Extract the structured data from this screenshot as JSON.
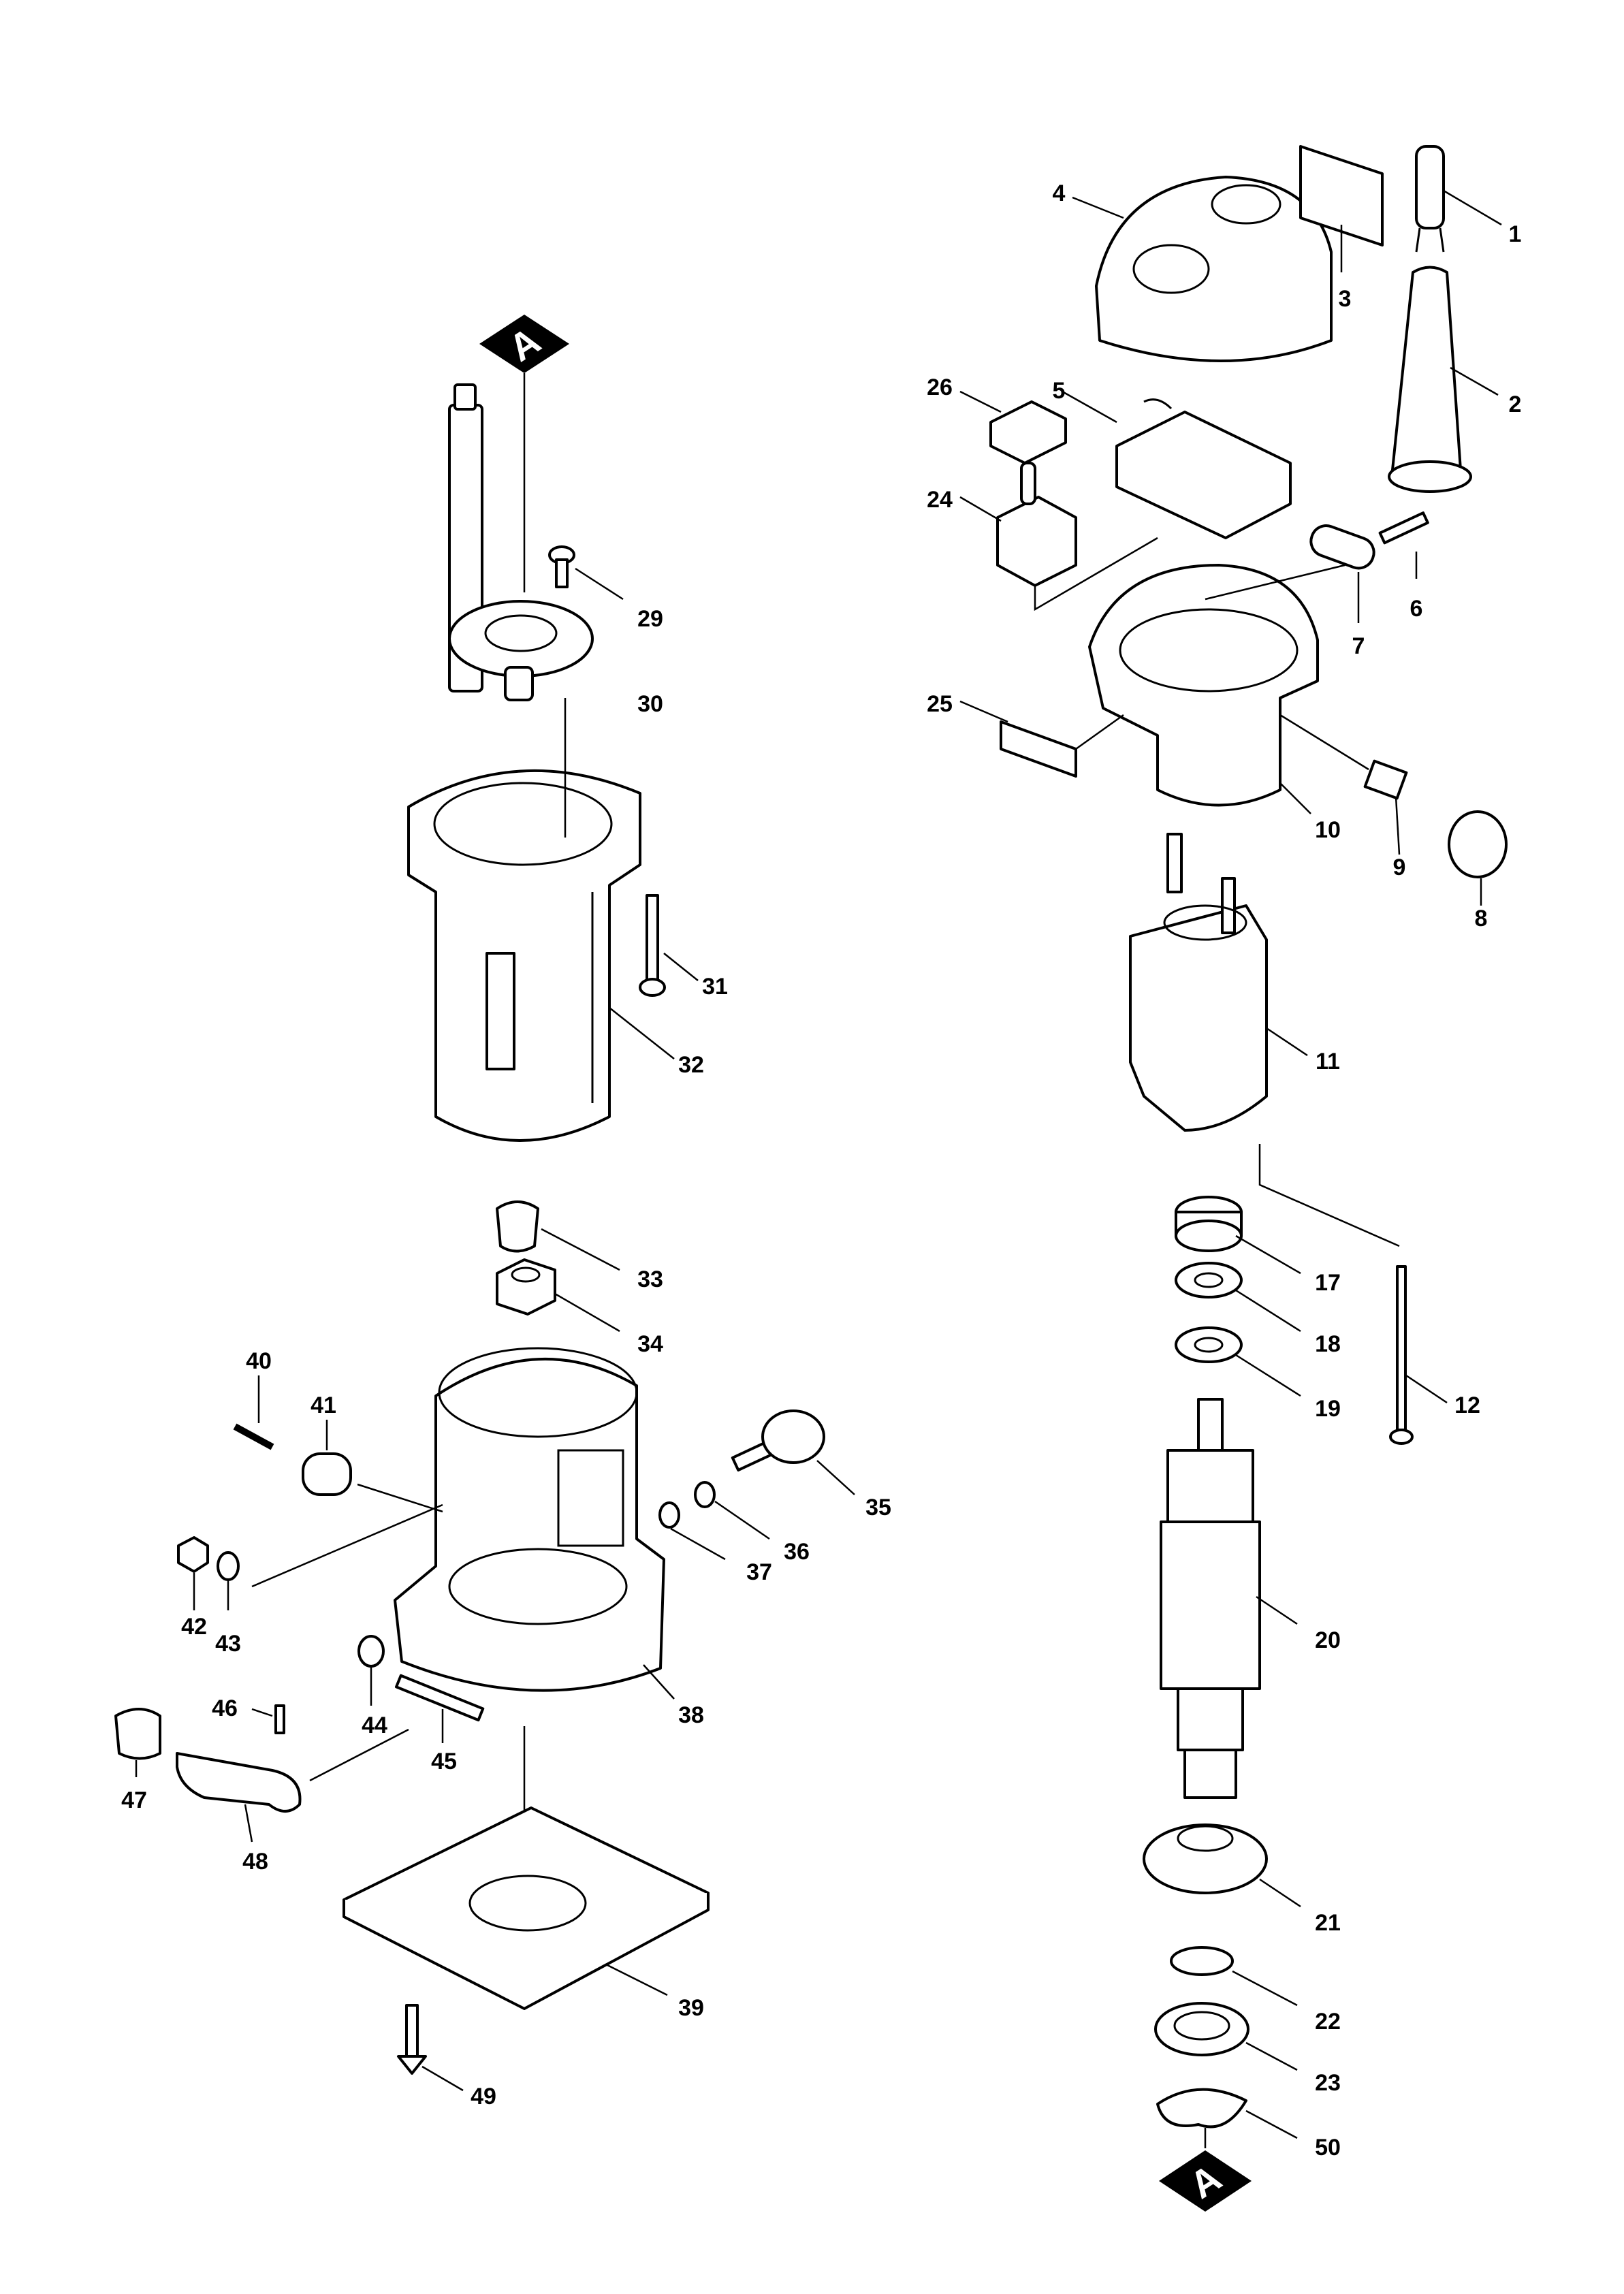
{
  "marker_letter": "A",
  "labels": {
    "p1": "1",
    "p2": "2",
    "p3": "3",
    "p4": "4",
    "p5": "5",
    "p6": "6",
    "p7": "7",
    "p8": "8",
    "p9": "9",
    "p10": "10",
    "p11": "11",
    "p12": "12",
    "p17": "17",
    "p18": "18",
    "p19": "19",
    "p20": "20",
    "p21": "21",
    "p22": "22",
    "p23": "23",
    "p24": "24",
    "p25": "25",
    "p26": "26",
    "p29": "29",
    "p30": "30",
    "p31": "31",
    "p32": "32",
    "p33": "33",
    "p34": "34",
    "p35": "35",
    "p36": "36",
    "p37": "37",
    "p38": "38",
    "p39": "39",
    "p40": "40",
    "p41": "41",
    "p42": "42",
    "p43": "43",
    "p44": "44",
    "p45": "45",
    "p46": "46",
    "p47": "47",
    "p48": "48",
    "p49": "49",
    "p50": "50"
  },
  "colors": {
    "line": "#000000",
    "background": "#ffffff"
  }
}
